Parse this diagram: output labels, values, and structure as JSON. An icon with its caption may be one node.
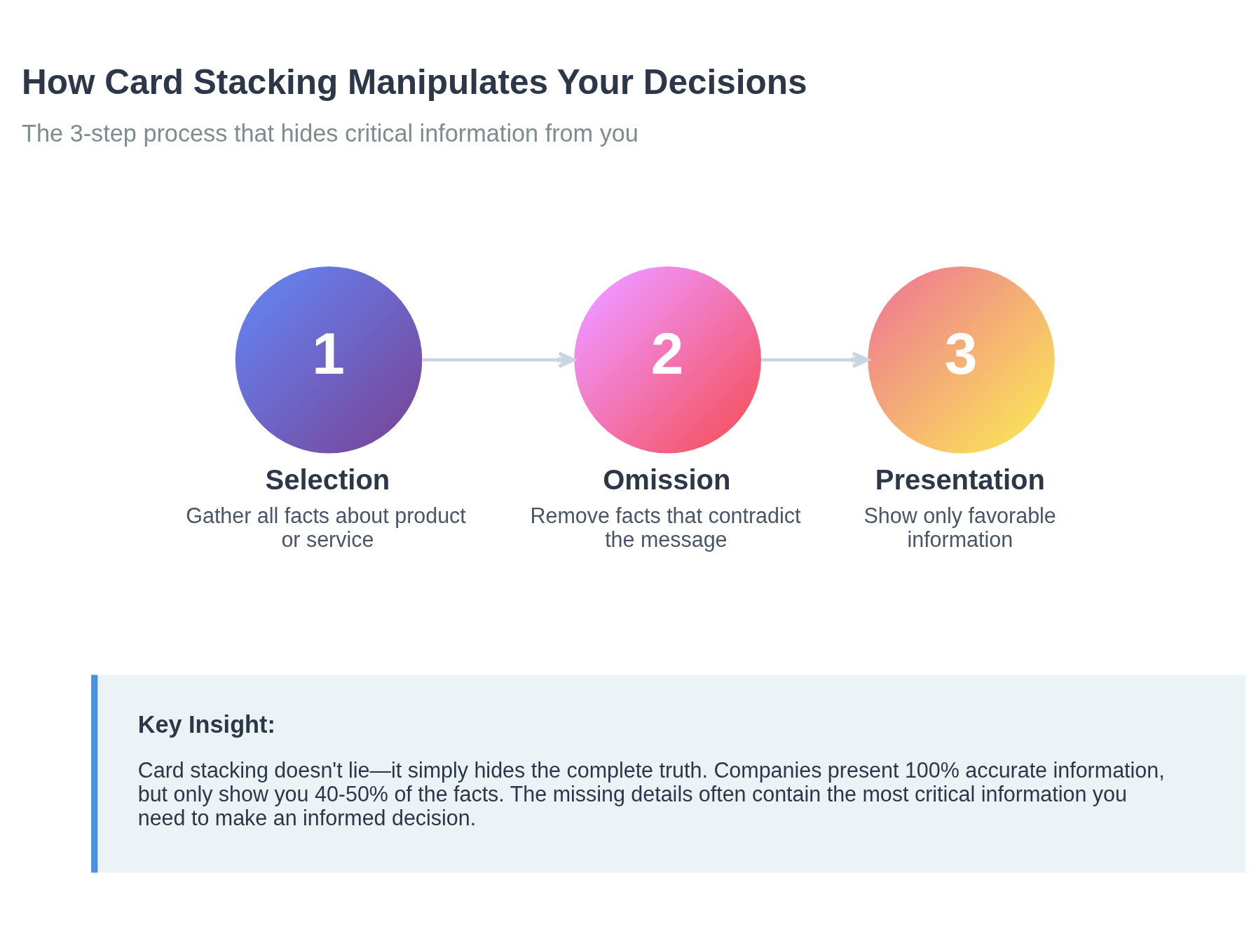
{
  "diagram": {
    "title": "How Card Stacking Manipulates Your Decisions",
    "nodes": [
      {
        "text": [
          "1",
          "Selection"
        ],
        "beside": [
          "Gather all facts about product or service"
        ]
      },
      {
        "text": [
          "2",
          "Omission"
        ],
        "beside": [
          "Remove facts that contradict the message"
        ]
      },
      {
        "text": [
          "3",
          "Presentation"
        ],
        "beside": [
          "Show only favorable information"
        ]
      },
      {
        "text": [
          "Key Insight:",
          "Card stacking doesn't lie—it simply hides the complete truth. Companies present 100% accurate information, but only show you 40-50% of the facts. The missing details often contain the most critical information you need to make an informed decision."
        ]
      }
    ],
    "edges": [
      {
        "from": 0,
        "to": 1,
        "arrow": "to"
      },
      {
        "from": 1,
        "to": 2,
        "arrow": "to"
      }
    ],
    "labels": [
      "The 3-step process that hides critical information from you"
    ]
  }
}
